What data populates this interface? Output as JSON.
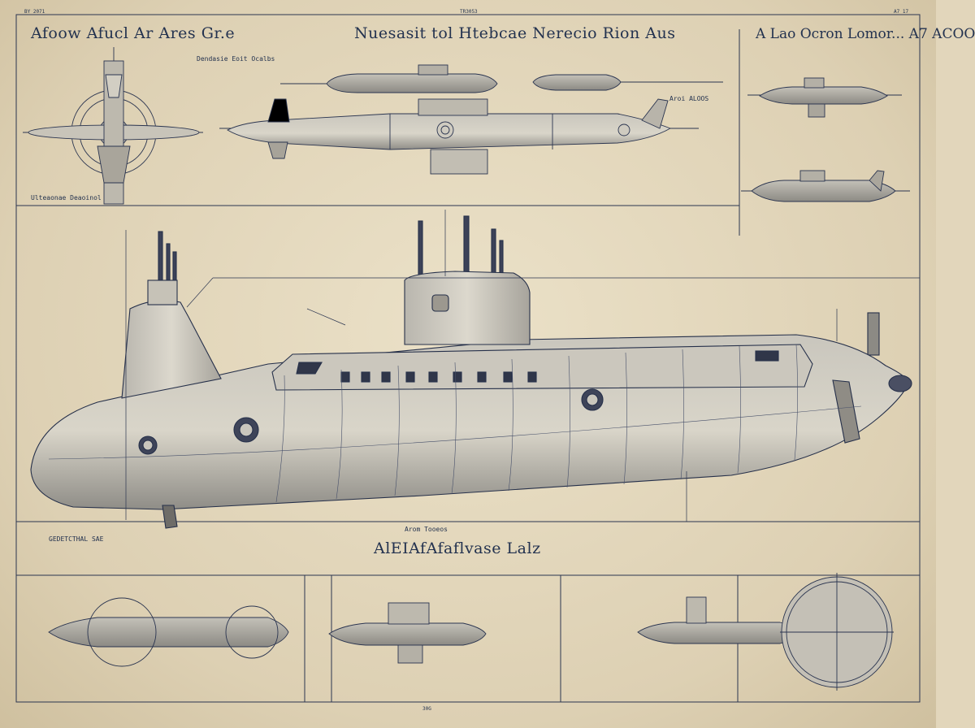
{
  "sheet": {
    "number": "BY 2071",
    "code": "TR3053",
    "ref": "A7 17",
    "footer": "30G"
  },
  "titles": {
    "left": "Afoow Afucl Ar Ares Gr.e",
    "center": "Nuesasit tol Htebcae Nerecio Rion Aus",
    "right": "A Lao Ocron Lomor... A7 ACOO"
  },
  "labels": {
    "top_center": "Dendasie Eoit Ocalbs",
    "top_right": "Aroi ALOOS",
    "top_left_panel": "Ulteaonae Deaoinol",
    "bottom_left": "GEDETCTHAL SAE",
    "bottom_center_small": "Arom Tooeos",
    "bottom_center": "AlEIAfAfaflvase Lalz"
  },
  "colors": {
    "paper": "#e2d6bb",
    "ink": "#26304a"
  }
}
